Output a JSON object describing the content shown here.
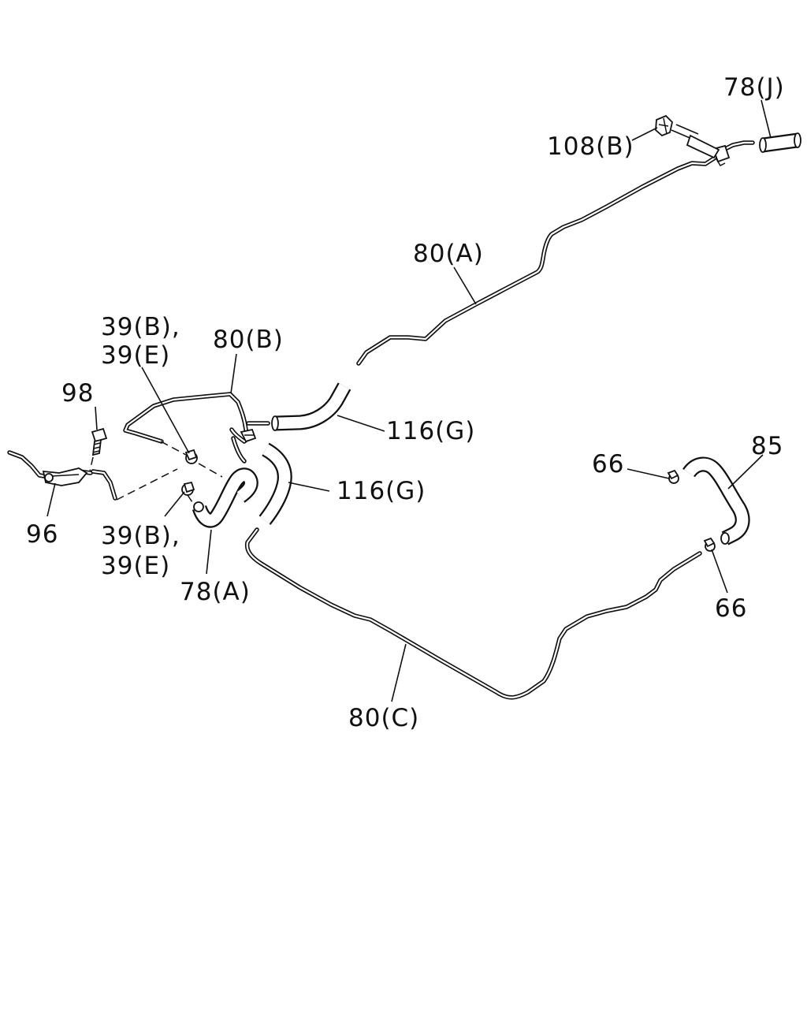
{
  "diagram": {
    "callouts": {
      "part_78j": "78(J)",
      "part_108b": "108(B)",
      "part_80a": "80(A)",
      "part_80b": "80(B)",
      "part_39be_top_line1": "39(B),",
      "part_39be_top_line2": "39(E)",
      "part_98": "98",
      "part_96": "96",
      "part_116g_upper": "116(G)",
      "part_116g_lower": "116(G)",
      "part_39be_bottom_line1": "39(B),",
      "part_39be_bottom_line2": "39(E)",
      "part_78a": "78(A)",
      "part_66_upper": "66",
      "part_85": "85",
      "part_66_lower": "66",
      "part_80c": "80(C)"
    }
  }
}
